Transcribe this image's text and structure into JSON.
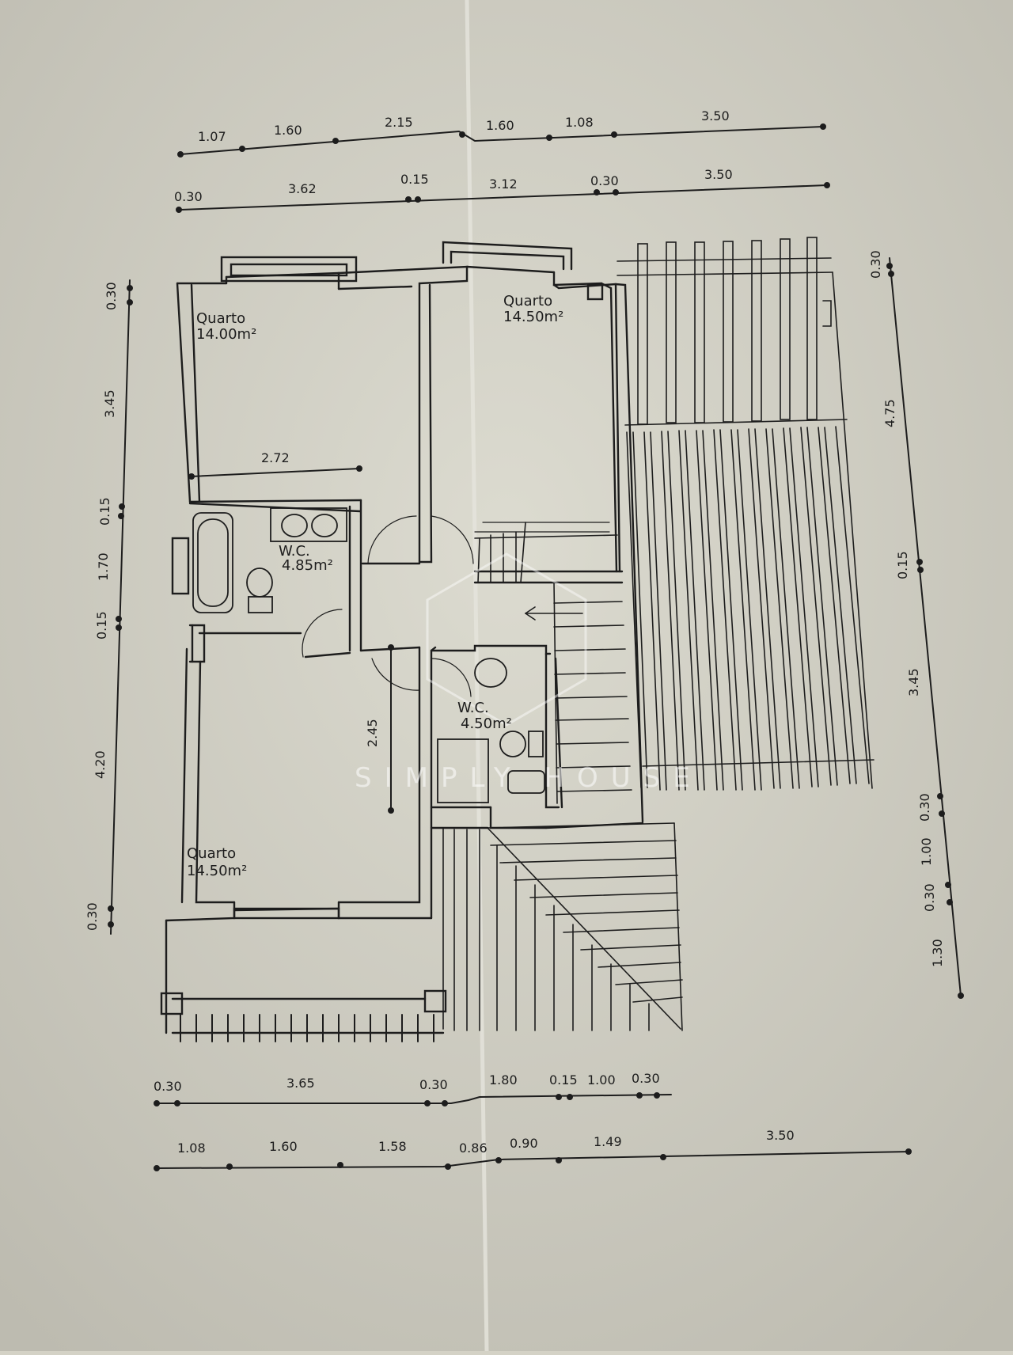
{
  "rooms": [
    {
      "name": "Quarto",
      "area": "14.00m²"
    },
    {
      "name": "Quarto",
      "area": "14.50m²"
    },
    {
      "name": "W.C.",
      "area": "4.85m²"
    },
    {
      "name": "W.C.",
      "area": "4.50m²"
    },
    {
      "name": "Quarto",
      "area": "14.50m²"
    }
  ],
  "dimensions": {
    "top_row1": [
      "1.07",
      "1.60",
      "2.15",
      "1.60",
      "1.08",
      "3.50"
    ],
    "top_row2": [
      "0.30",
      "3.62",
      "0.15",
      "3.12",
      "0.30",
      "3.50"
    ],
    "left": [
      "0.30",
      "3.45",
      "0.15",
      "1.70",
      "0.15",
      "4.20",
      "0.30"
    ],
    "right": [
      "0.30",
      "4.75",
      "0.15",
      "3.45",
      "0.30",
      "1.00",
      "0.30",
      "1.30"
    ],
    "bottom_row1": [
      "0.30",
      "3.65",
      "0.30",
      "1.80",
      "0.15",
      "1.00",
      "0.30"
    ],
    "bottom_row2": [
      "1.08",
      "1.60",
      "1.58",
      "0.86",
      "0.90",
      "1.49",
      "3.50"
    ],
    "inner": [
      "2.72",
      "2.45"
    ]
  },
  "watermark": "SIMPLY HOUSE",
  "colors": {
    "paper": "#d4d2c6",
    "ink": "#1d1d1d"
  }
}
